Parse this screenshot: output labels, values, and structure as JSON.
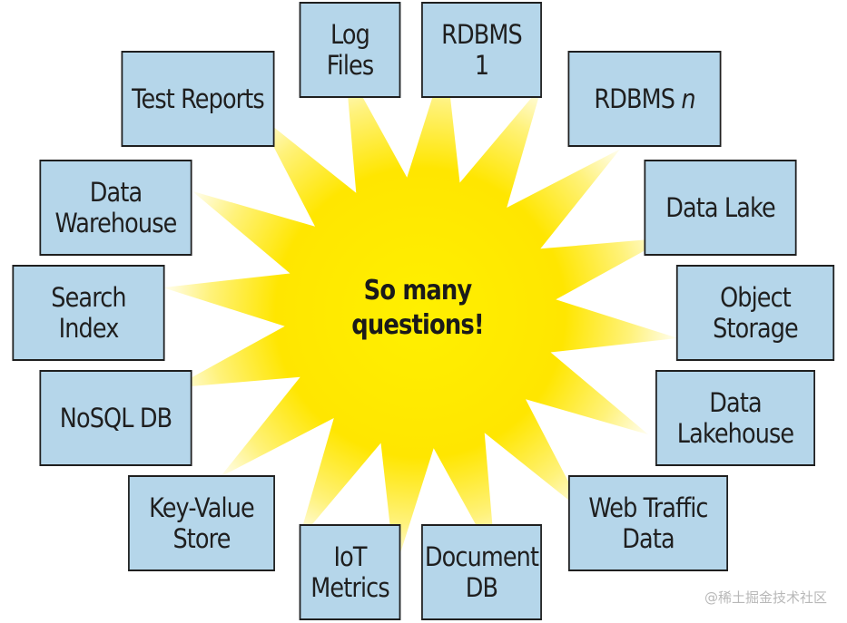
{
  "center": {
    "line1": "So many",
    "line2": "questions!"
  },
  "boxes": {
    "log_files": {
      "line1": "Log",
      "line2": "Files"
    },
    "rdbms_1": {
      "line1": "RDBMS",
      "line2": "1"
    },
    "rdbms_n": {
      "text": "RDBMS",
      "suffix": "n"
    },
    "test_reports": {
      "line1": "Test Reports"
    },
    "data_warehouse": {
      "line1": "Data",
      "line2": "Warehouse"
    },
    "data_lake": {
      "line1": "Data Lake"
    },
    "search_index": {
      "line1": "Search",
      "line2": "Index"
    },
    "object_storage": {
      "line1": "Object",
      "line2": "Storage"
    },
    "nosql_db": {
      "line1": "NoSQL DB"
    },
    "data_lakehouse": {
      "line1": "Data",
      "line2": "Lakehouse"
    },
    "key_value_store": {
      "line1": "Key-Value",
      "line2": "Store"
    },
    "web_traffic_data": {
      "line1": "Web Traffic",
      "line2": "Data"
    },
    "iot_metrics": {
      "line1": "IoT",
      "line2": "Metrics"
    },
    "document_db": {
      "line1": "Document",
      "line2": "DB"
    }
  },
  "watermark": "@稀土掘金技术社区",
  "colors": {
    "box_fill": "#b5d6ea",
    "box_border": "#1f1f1f",
    "star_core": "#fff000",
    "star_edge": "#ffffff"
  }
}
